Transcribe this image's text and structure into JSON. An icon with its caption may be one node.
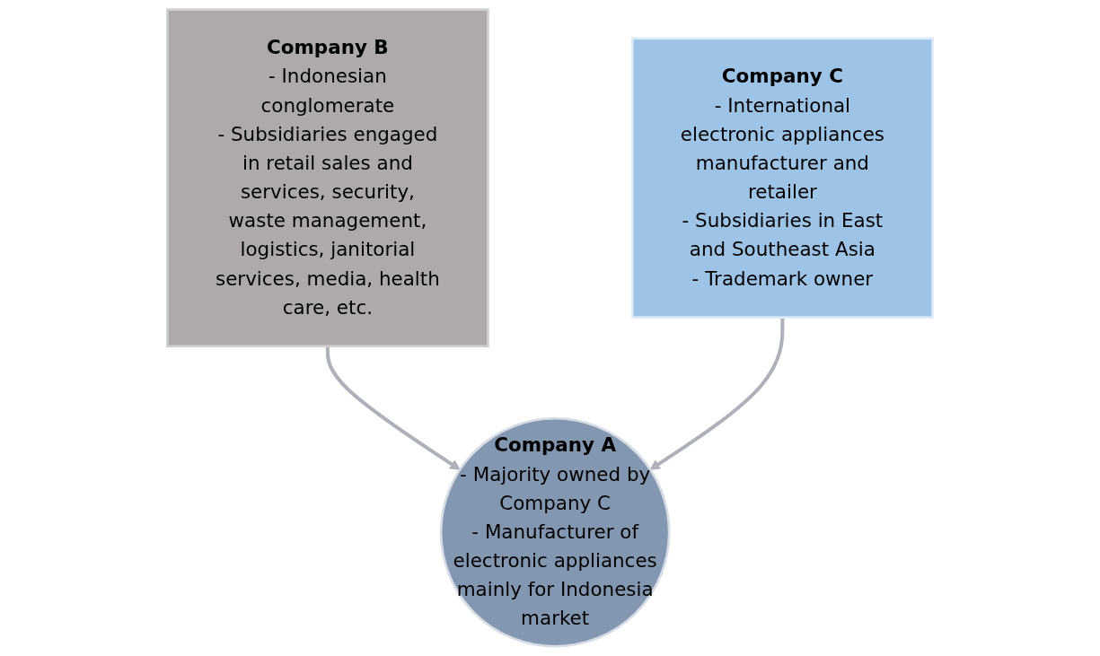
{
  "diagram": {
    "nodes": [
      {
        "text": [
          "Company B",
          "- Indonesian conglomerate",
          "- Subsidiaries engaged in retail sales and services, security, waste management, logistics, janitorial services, media, health care, etc."
        ]
      },
      {
        "text": [
          "Company C",
          "- International electronic appliances manufacturer and retailer",
          "- Subsidiaries in East and Southeast Asia",
          "- Trademark owner"
        ]
      },
      {
        "text": [
          "Company A",
          "- Majority owned by Company C",
          "- Manufacturer of electronic appliances mainly for Indonesia market"
        ]
      }
    ],
    "edges": [
      {
        "from": 0,
        "to": 2,
        "arrow": "to"
      },
      {
        "from": 1,
        "to": 2,
        "arrow": "to"
      }
    ]
  }
}
